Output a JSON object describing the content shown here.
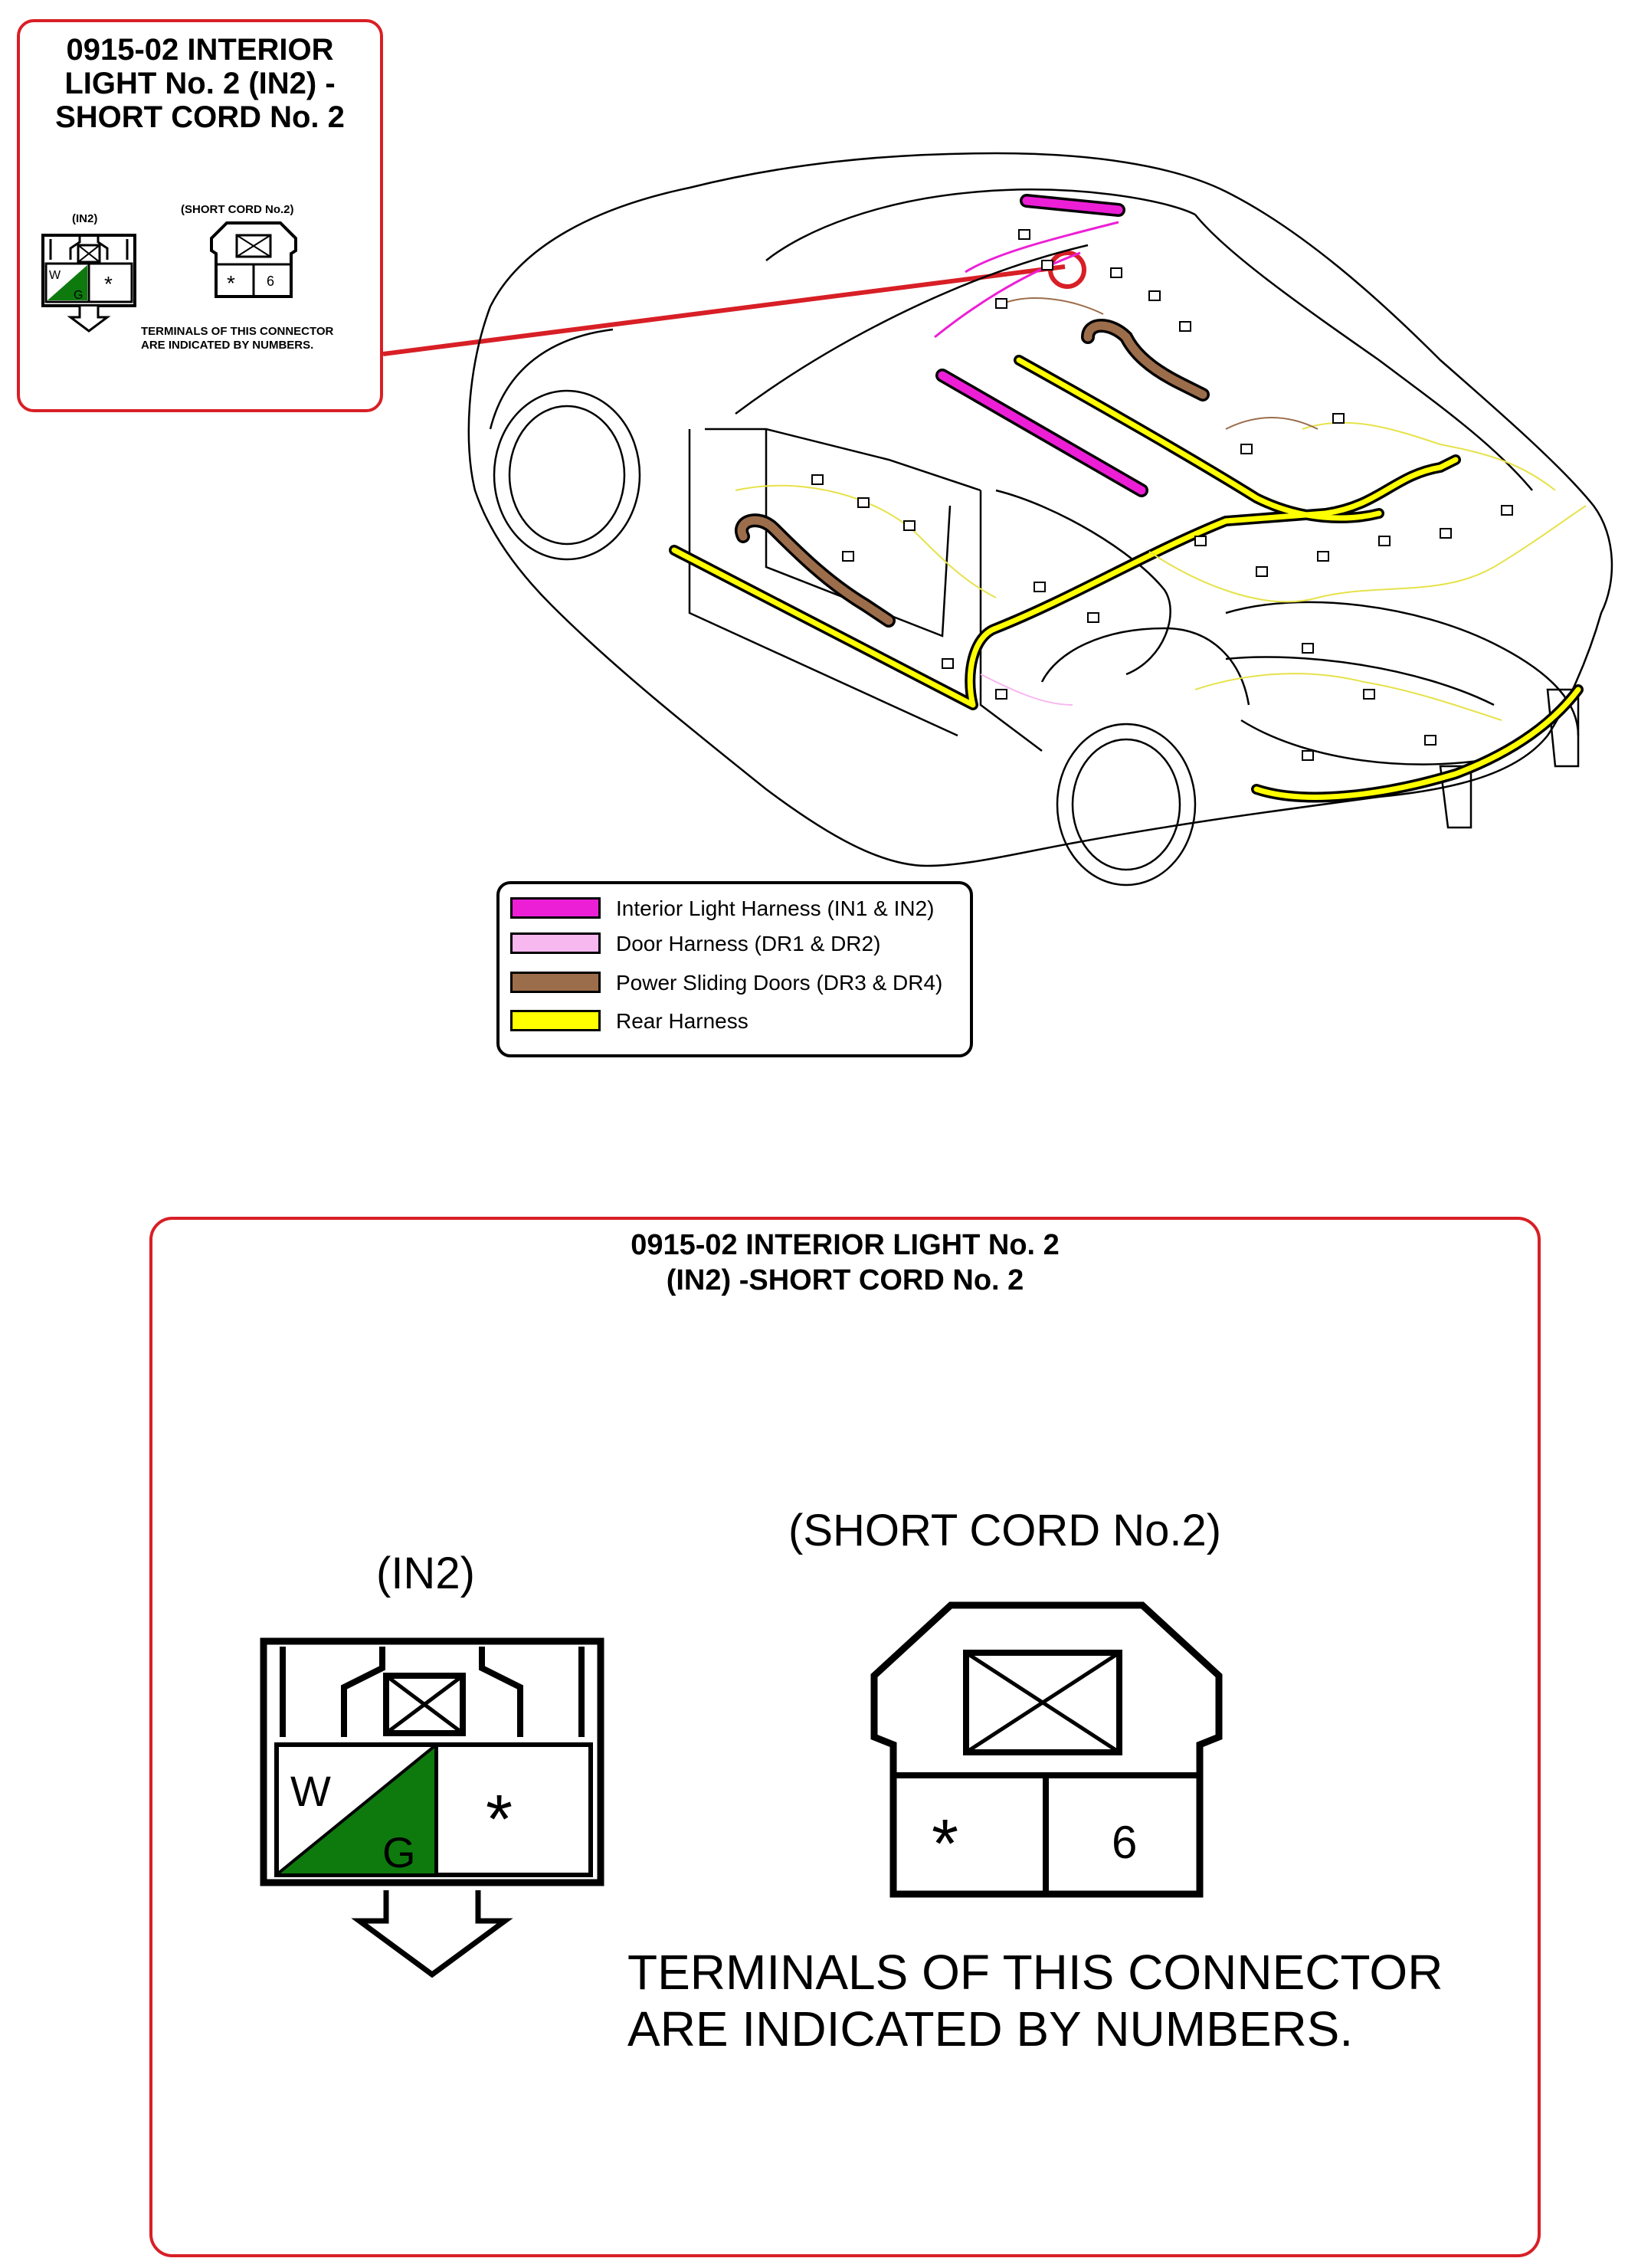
{
  "small_box": {
    "title_lines": [
      "0915-02 INTERIOR",
      "LIGHT No. 2 (IN2) -",
      "SHORT CORD No. 2"
    ],
    "in2_label": "(IN2)",
    "short_cord_label": "(SHORT CORD No.2)",
    "note_lines": [
      "TERMINALS OF THIS CONNECTOR",
      "ARE INDICATED BY NUMBERS."
    ]
  },
  "legend": {
    "items": [
      {
        "label": "Interior Light Harness (IN1 & IN2)",
        "color": "#ec1fd6"
      },
      {
        "label": "Door Harness (DR1 & DR2)",
        "color": "#f7b7ef"
      },
      {
        "label": "Power Sliding Doors (DR3 & DR4)",
        "color": "#9c6d4b"
      },
      {
        "label": "Rear Harness",
        "color": "#ffff00"
      }
    ]
  },
  "large_box": {
    "title_lines": [
      "0915-02 INTERIOR LIGHT No. 2",
      "(IN2) -SHORT CORD No. 2"
    ],
    "in2_label": "(IN2)",
    "short_cord_label": "(SHORT CORD No.2)",
    "note_lines": [
      "TERMINALS OF THIS CONNECTOR",
      "ARE INDICATED BY NUMBERS."
    ]
  },
  "connector_in2": {
    "terminal_left_top": "W",
    "terminal_left_bottom": "G",
    "terminal_right": "*",
    "split_color": "#0e7a0e"
  },
  "connector_short_cord": {
    "terminal_left": "*",
    "terminal_right": "6"
  },
  "colors": {
    "callout_red": "#d81f26",
    "harness_yellow": "#ffff00",
    "harness_magenta": "#ec1fd6",
    "harness_pink": "#f7b7ef",
    "harness_brown": "#9c6d4b"
  }
}
